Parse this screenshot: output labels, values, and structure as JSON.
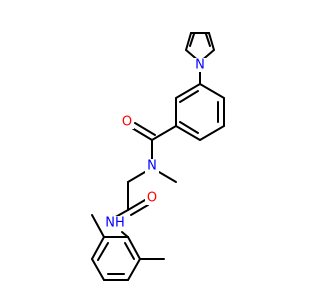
{
  "colors": {
    "background": "#ffffff",
    "bond": "#000000",
    "carbon": "#000000",
    "nitrogen": "#0000ff",
    "oxygen": "#ff0000"
  },
  "atoms": [
    {
      "id": "N_pyrrole",
      "text": "N",
      "element": "N"
    },
    {
      "id": "O_carbonyl_top",
      "text": "O",
      "element": "O"
    },
    {
      "id": "N_amide",
      "text": "N",
      "element": "N"
    },
    {
      "id": "O_carbonyl_bottom",
      "text": "O",
      "element": "O"
    },
    {
      "id": "NH_anilide",
      "text": "NH",
      "element": "N"
    }
  ]
}
